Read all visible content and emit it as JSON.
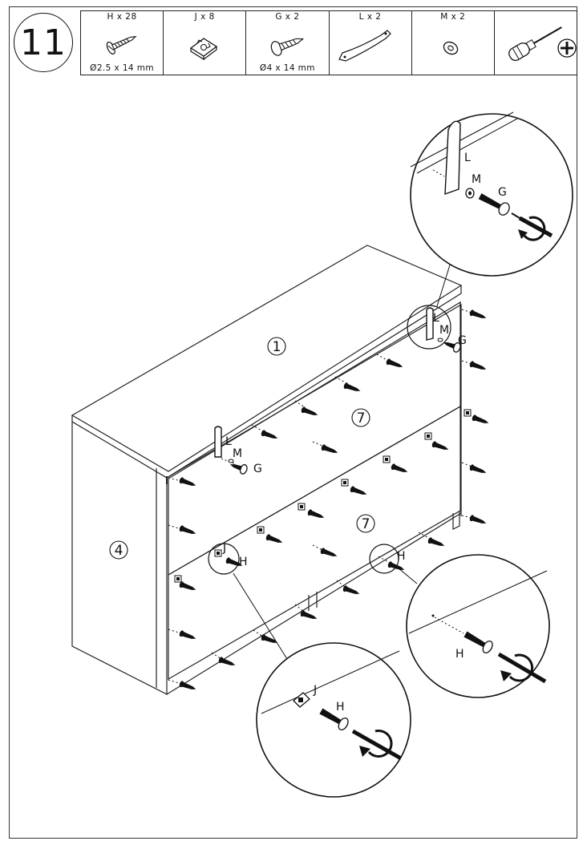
{
  "step": {
    "number": "11"
  },
  "parts": [
    {
      "qty": "H x 28",
      "spec": "Ø2.5 x 14 mm",
      "icon": "screw-icon"
    },
    {
      "qty": "J x 8",
      "spec": "",
      "icon": "bracket-clip-icon"
    },
    {
      "qty": "G x 2",
      "spec": "Ø4 x 14 mm",
      "icon": "screw-icon"
    },
    {
      "qty": "L x 2",
      "spec": "",
      "icon": "handle-icon"
    },
    {
      "qty": "M x 2",
      "spec": "",
      "icon": "washer-icon"
    },
    {
      "qty": "",
      "spec": "",
      "icon": "phillips-screwdriver-icon"
    }
  ],
  "panels": {
    "top": "1",
    "side": "4",
    "drawer_upper": "7",
    "drawer_lower": "7"
  },
  "labels": {
    "L": "L",
    "M": "M",
    "G": "G",
    "H": "H",
    "J": "J"
  }
}
